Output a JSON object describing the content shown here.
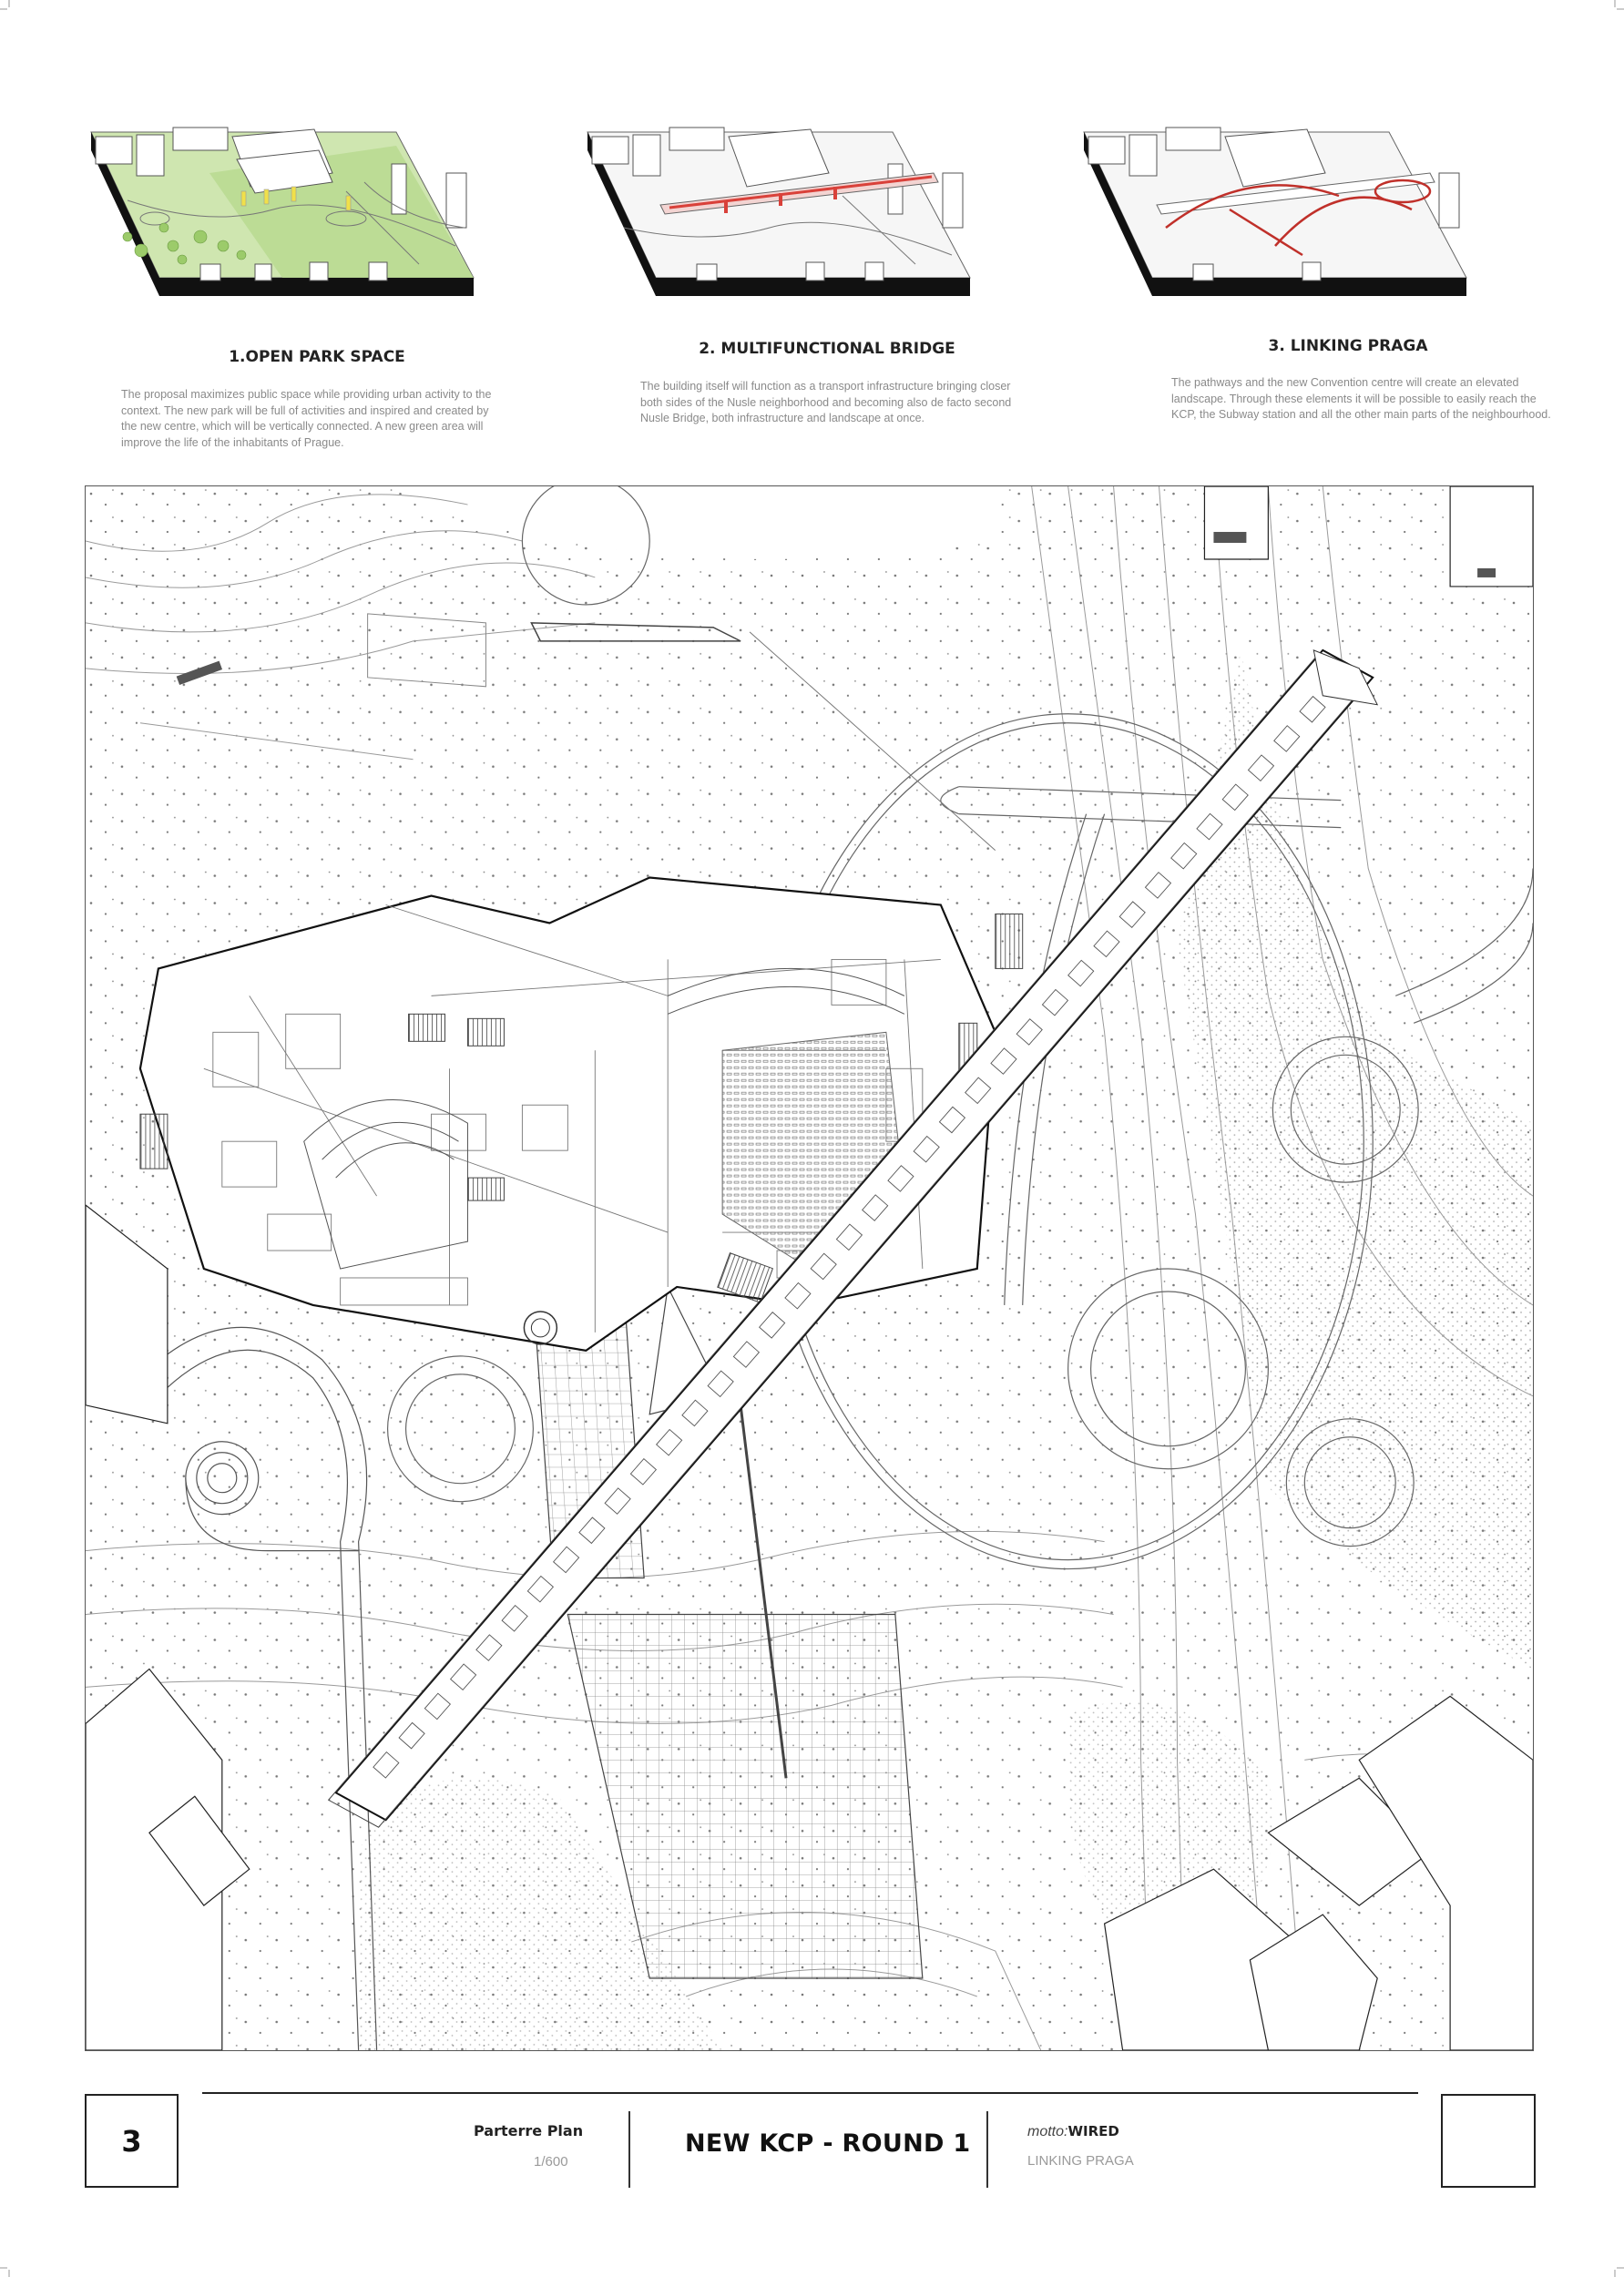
{
  "concepts": [
    {
      "title": "1.OPEN PARK SPACE",
      "text": "The proposal maximizes public space while providing urban activity to the context. The new park will be full of activities and inspired and created by the new centre, which will be vertically connected. A new green area will improve the life of the inhabitants of Prague.",
      "highlight": "#9ccb6a"
    },
    {
      "title": "2. MULTIFUNCTIONAL BRIDGE",
      "text": "The building itself will function as a transport infrastructure bringing closer both sides of the Nusle neighborhood and becoming also de facto second Nusle Bridge, both infrastructure and landscape at once.",
      "highlight": "#d9413a"
    },
    {
      "title": "3. LINKING PRAGA",
      "text": "The pathways and the new Convention centre will create an elevated landscape. Through these elements it will be possible to easily reach the KCP, the Subway station and all the other main parts of the neighbourhood.",
      "highlight": "#c0302a"
    }
  ],
  "footer": {
    "page_number": "3",
    "plan_label": "Parterre Plan",
    "scale": "1/600",
    "title": "NEW KCP - ROUND 1",
    "motto_prefix": "motto:",
    "motto_word": "WIRED",
    "subtitle": "LINKING PRAGA"
  }
}
